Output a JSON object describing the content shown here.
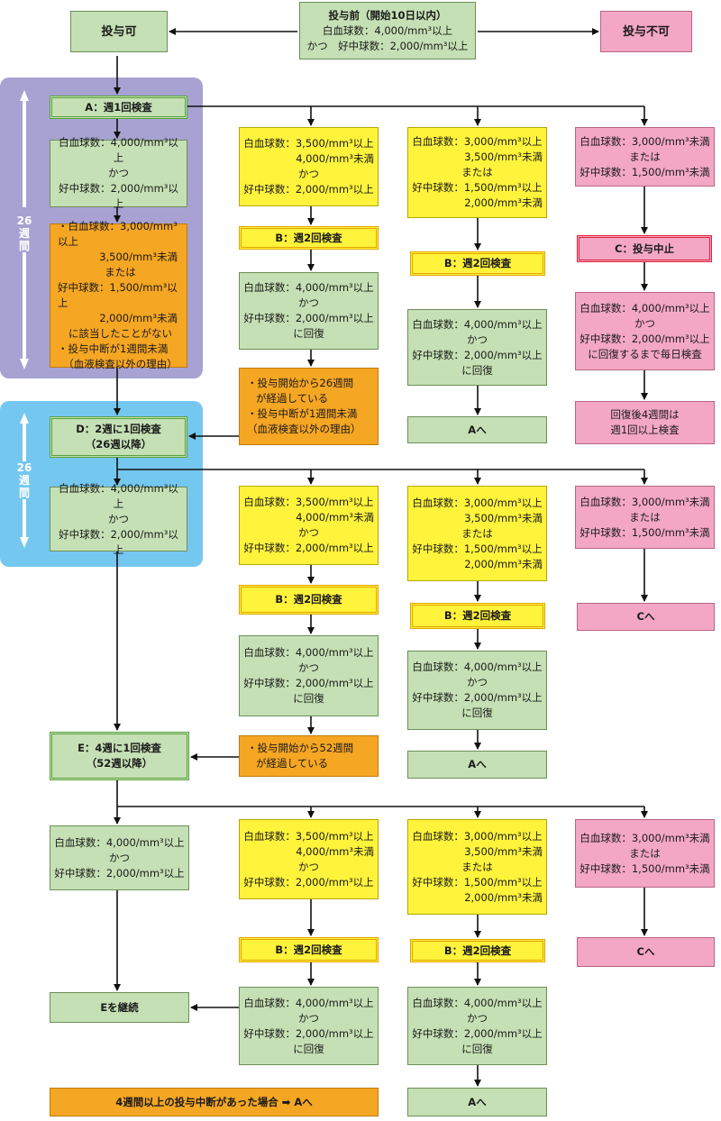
{
  "top": {
    "start": {
      "title": "投与前（開始10日以内）",
      "line1": "白血球数：4,000/mm³以上",
      "line2": "かつ　好中球数：2,000/mm³以上"
    },
    "ok": "投与可",
    "ng": "投与不可"
  },
  "phase_a": {
    "band_label": "26週間",
    "header": "A：週1回検査",
    "left": {
      "c1": "白血球数：4,000/mm³以上",
      "c2": "かつ",
      "c3": "好中球数：2,000/mm³以上"
    },
    "orange_left": {
      "l1": "・白血球数：3,000/mm³以上",
      "l2": "3,500/mm³未満",
      "l3": "または",
      "l4": "好中球数：1,500/mm³以上",
      "l5": "2,000/mm³未満",
      "l6": "に該当したことがない",
      "l7": "・投与中断が1週間未満",
      "l8": "（血液検査以外の理由）"
    },
    "yellow": {
      "l1": "白血球数：3,500/mm³以上",
      "l2": "4,000/mm³未満",
      "l3": "かつ",
      "l4": "好中球数：2,000/mm³以上"
    },
    "b_col2": "B：週2回検査",
    "recover_col2": {
      "l1": "白血球数：4,000/mm³以上",
      "l2": "かつ",
      "l3": "好中球数：2,000/mm³以上",
      "l4": "に回復"
    },
    "orange_mid": {
      "l1": "・投与開始から26週間",
      "l2": "が経過している",
      "l3": "・投与中断が1週間未満",
      "l4": "（血液検査以外の理由）"
    },
    "col3": {
      "l1": "白血球数：3,000/mm³以上",
      "l2": "3,500/mm³未満",
      "l3": "または",
      "l4": "好中球数：1,500/mm³以上",
      "l5": "2,000/mm³未満"
    },
    "b_col3": "B：週2回検査",
    "recover_col3": {
      "l1": "白血球数：4,000/mm³以上",
      "l2": "かつ",
      "l3": "好中球数：2,000/mm³以上",
      "l4": "に回復"
    },
    "to_a": "Aへ",
    "col4": {
      "l1": "白血球数：3,000/mm³未満",
      "l2": "または",
      "l3": "好中球数：1,500/mm³未満"
    },
    "c_stop": "C：投与中止",
    "daily": {
      "l1": "白血球数：4,000/mm³以上",
      "l2": "かつ",
      "l3": "好中球数：2,000/mm³以上",
      "l4": "に回復するまで毎日検査"
    },
    "after": {
      "l1": "回復後4週間は",
      "l2": "週1回以上検査"
    }
  },
  "phase_d": {
    "band_label": "26週間",
    "header": {
      "l1": "D：2週に1回検査",
      "l2": "（26週以降）"
    },
    "left": {
      "c1": "白血球数：4,000/mm³以上",
      "c2": "かつ",
      "c3": "好中球数：2,000/mm³以上"
    },
    "yellow": {
      "l1": "白血球数：3,500/mm³以上",
      "l2": "4,000/mm³未満",
      "l3": "かつ",
      "l4": "好中球数：2,000/mm³以上"
    },
    "b_col2": "B：週2回検査",
    "recover_col2": {
      "l1": "白血球数：4,000/mm³以上",
      "l2": "かつ",
      "l3": "好中球数：2,000/mm³以上",
      "l4": "に回復"
    },
    "orange_mid": {
      "l1": "・投与開始から52週間",
      "l2": "が経過している"
    },
    "col3": {
      "l1": "白血球数：3,000/mm³以上",
      "l2": "3,500/mm³未満",
      "l3": "または",
      "l4": "好中球数：1,500/mm³以上",
      "l5": "2,000/mm³未満"
    },
    "b_col3": "B：週2回検査",
    "recover_col3": {
      "l1": "白血球数：4,000/mm³以上",
      "l2": "かつ",
      "l3": "好中球数：2,000/mm³以上",
      "l4": "に回復"
    },
    "to_a": "Aへ",
    "col4": {
      "l1": "白血球数：3,000/mm³未満",
      "l2": "または",
      "l3": "好中球数：1,500/mm³未満"
    },
    "to_c": "Cへ"
  },
  "phase_e": {
    "header": {
      "l1": "E：4週に1回検査",
      "l2": "（52週以降）"
    },
    "left": {
      "c1": "白血球数：4,000/mm³以上",
      "c2": "かつ",
      "c3": "好中球数：2,000/mm³以上"
    },
    "continue": "Eを継続",
    "yellow": {
      "l1": "白血球数：3,500/mm³以上",
      "l2": "4,000/mm³未満",
      "l3": "かつ",
      "l4": "好中球数：2,000/mm³以上"
    },
    "b_col2": "B：週2回検査",
    "recover_col2": {
      "l1": "白血球数：4,000/mm³以上",
      "l2": "かつ",
      "l3": "好中球数：2,000/mm³以上",
      "l4": "に回復"
    },
    "col3": {
      "l1": "白血球数：3,000/mm³以上",
      "l2": "3,500/mm³未満",
      "l3": "または",
      "l4": "好中球数：1,500/mm³以上",
      "l5": "2,000/mm³未満"
    },
    "b_col3": "B：週2回検査",
    "recover_col3": {
      "l1": "白血球数：4,000/mm³以上",
      "l2": "かつ",
      "l3": "好中球数：2,000/mm³以上",
      "l4": "に回復"
    },
    "to_a": "Aへ",
    "col4": {
      "l1": "白血球数：3,000/mm³未満",
      "l2": "または",
      "l3": "好中球数：1,500/mm³未満"
    },
    "to_c": "Cへ"
  },
  "footer_note": "4週間以上の投与中断があった場合 ➡ Aへ",
  "colors": {
    "green": "#c5e0b4",
    "yellow": "#fff33b",
    "orange": "#f5a623",
    "pink": "#f3a7c4",
    "purple_band": "#a7a2d2",
    "blue_band": "#74c7ef"
  }
}
